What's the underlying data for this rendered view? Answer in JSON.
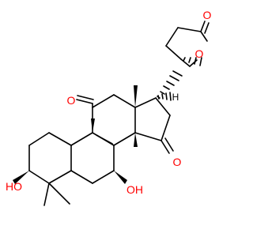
{
  "molecule": {
    "atom_labels": {
      "lactone_ring_oxygen": "O",
      "lactone_carbonyl_oxygen": "O",
      "c11_keto_oxygen": "O",
      "c15_keto_oxygen": "O",
      "c3_hydroxyl": "HO",
      "c7_hydroxyl": "OH",
      "c17_hydrogen": "H"
    },
    "colors": {
      "bond": "#000000",
      "heteroatom": "#ff0000",
      "hydrogen": "#000000",
      "background": "#ffffff"
    }
  }
}
